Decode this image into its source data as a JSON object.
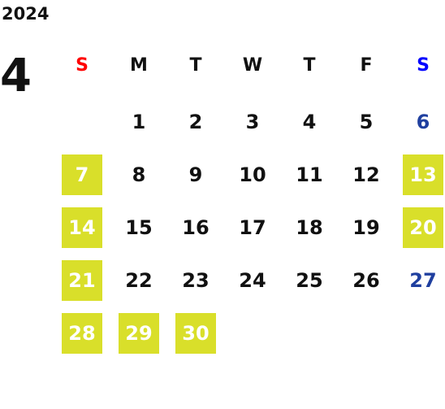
{
  "calendar": {
    "year": "2024",
    "month": "4",
    "weekdays": [
      "S",
      "M",
      "T",
      "W",
      "T",
      "F",
      "S"
    ],
    "colors": {
      "text": "#111111",
      "sunday_header": "#ff0000",
      "saturday_header": "#0000ff",
      "saturday_date": "#1f3f9f",
      "highlight_bg": "#d9df2a",
      "highlight_text": "#ffffff"
    },
    "first_weekday_index": 1,
    "days_in_month": 30,
    "highlighted_days": [
      7,
      13,
      14,
      20,
      21,
      28,
      29,
      30
    ]
  }
}
